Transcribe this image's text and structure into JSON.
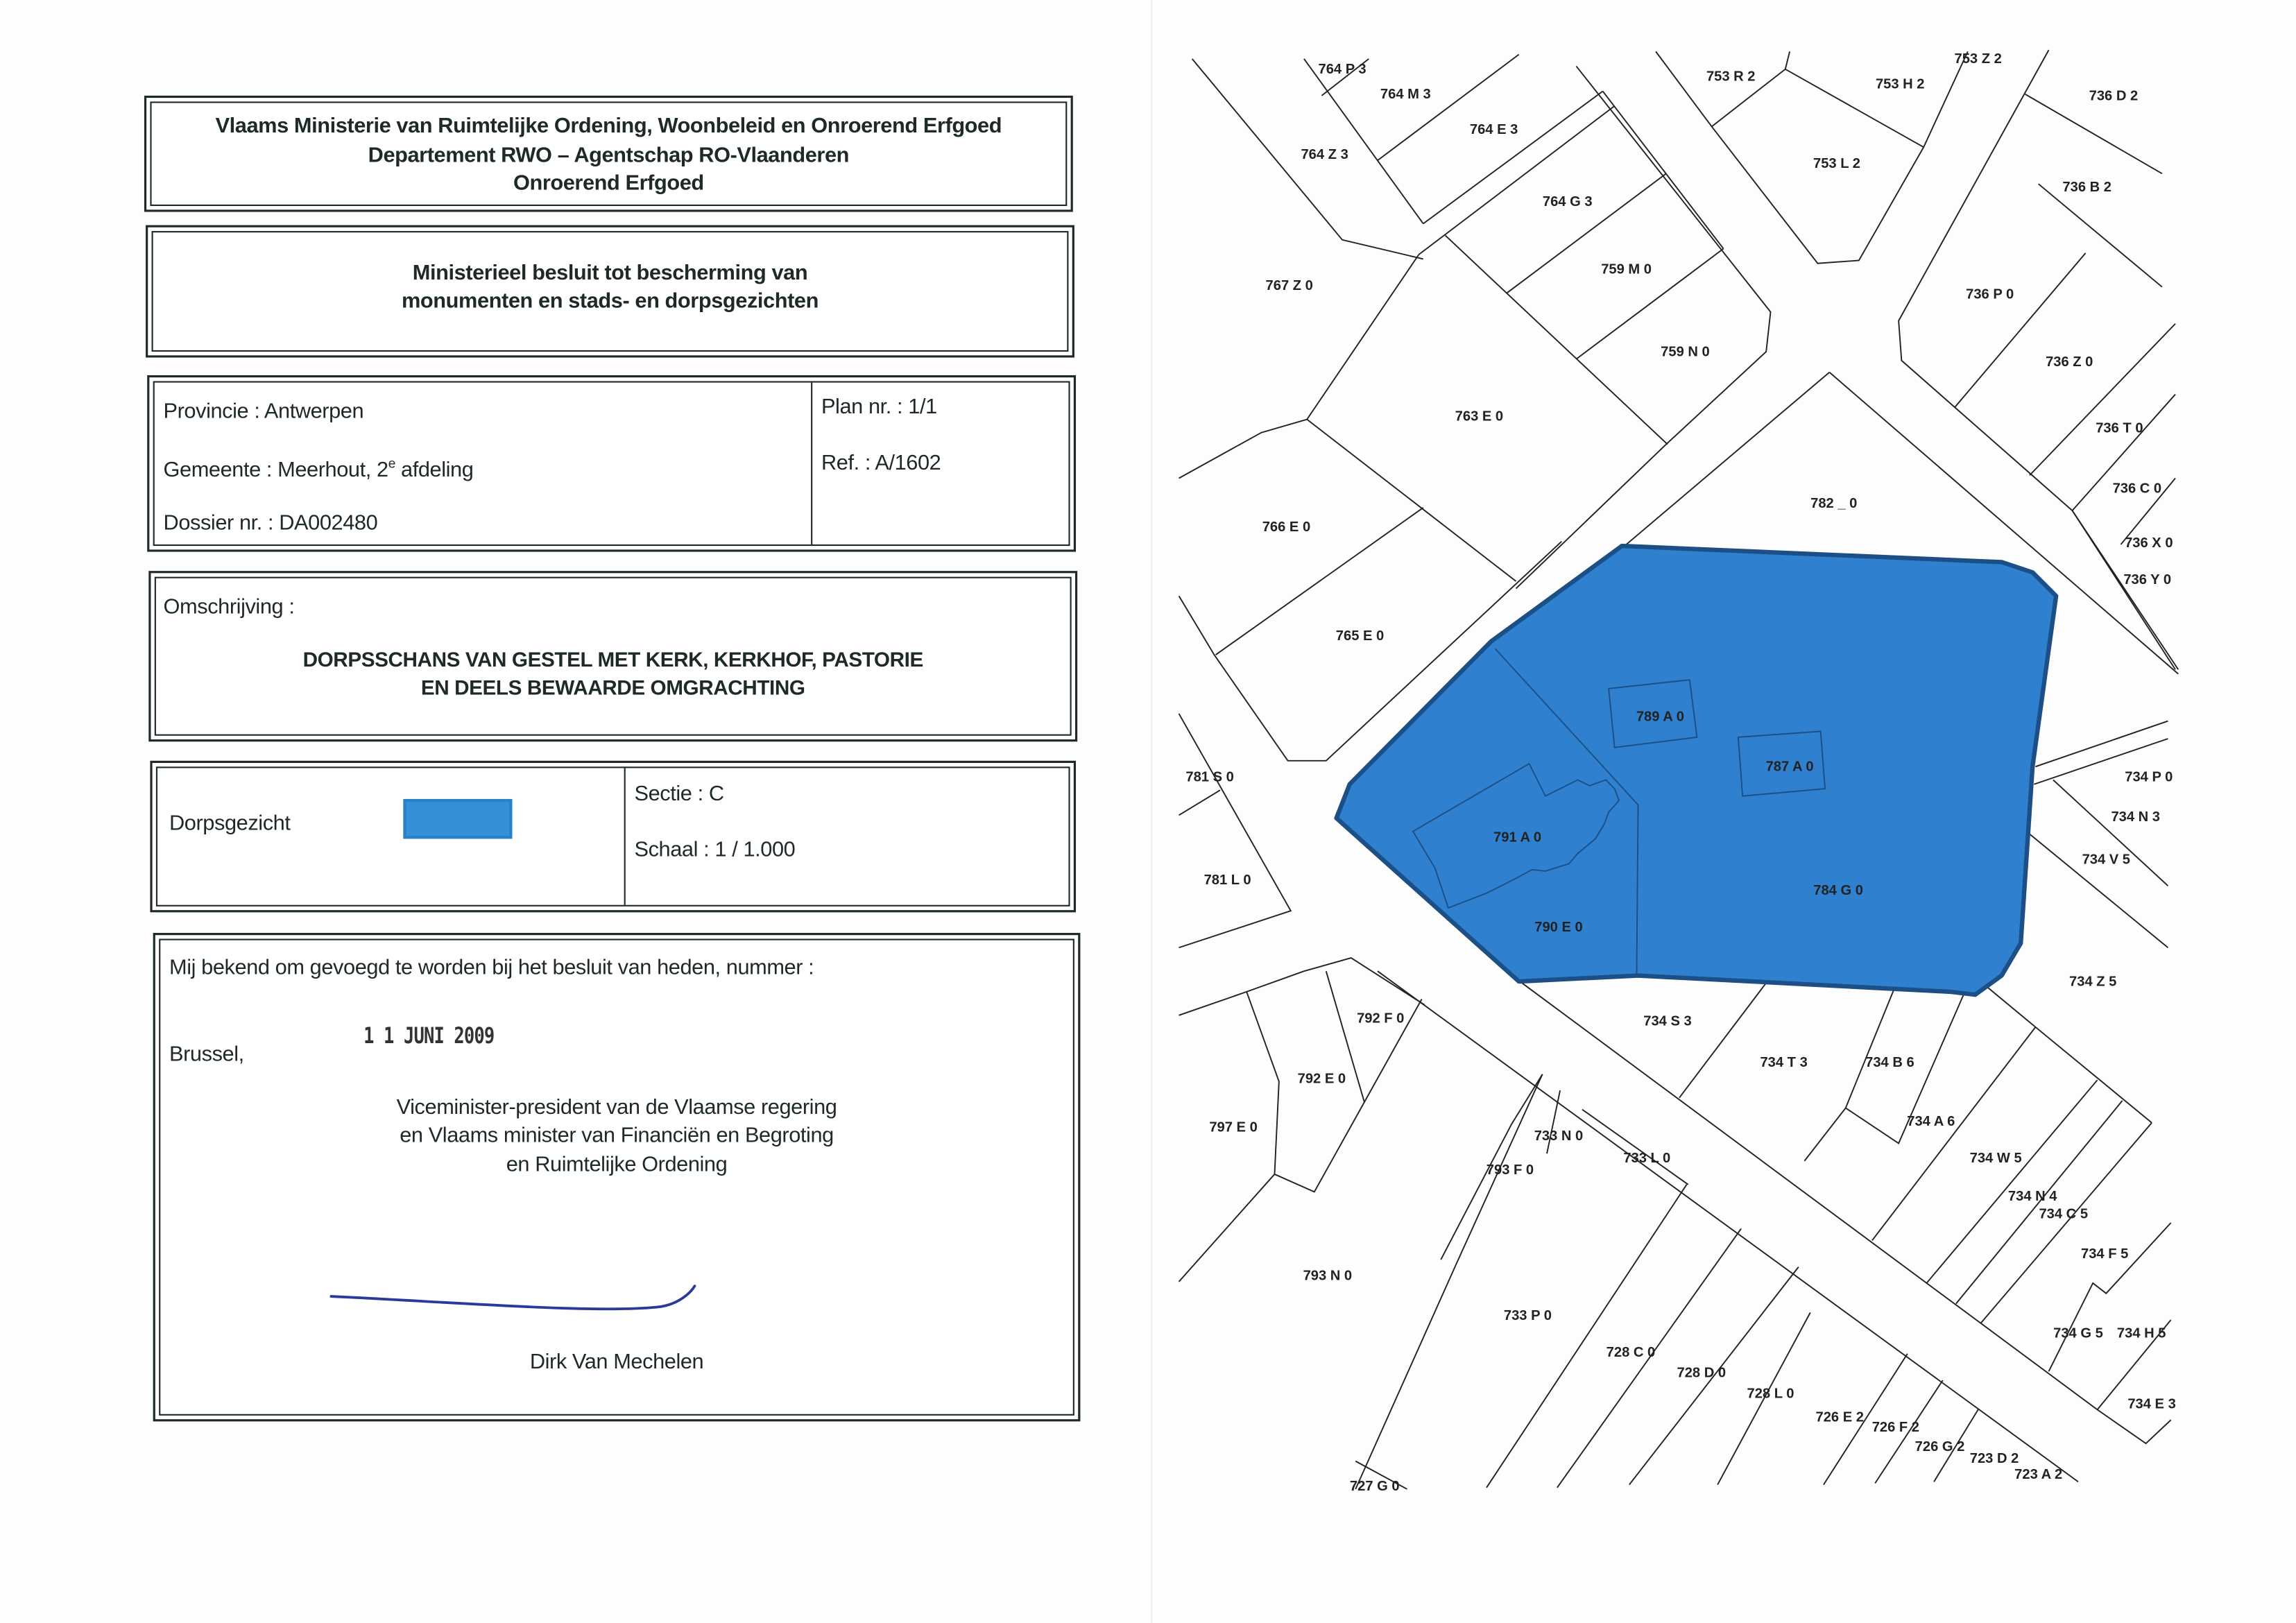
{
  "header": {
    "line1": "Vlaams Ministerie van Ruimtelijke Ordening, Woonbeleid en Onroerend Erfgoed",
    "line2": "Departement RWO – Agentschap RO-Vlaanderen",
    "line3": "Onroerend Erfgoed"
  },
  "title": {
    "line1": "Ministerieel besluit tot bescherming van",
    "line2": "monumenten en stads- en dorpsgezichten"
  },
  "info": {
    "provincie": "Provincie : Antwerpen",
    "gemeente_prefix": "Gemeente : Meerhout, 2",
    "gemeente_sup": "e",
    "gemeente_suffix": " afdeling",
    "dossier": "Dossier nr. : DA002480",
    "plan": "Plan nr. : 1/1",
    "ref": "Ref. : A/1602"
  },
  "description": {
    "label": "Omschrijving :",
    "line1": "DORPSSCHANS VAN GESTEL MET KERK, KERKHOF, PASTORIE",
    "line2": "EN DEELS BEWAARDE OMGRACHTING"
  },
  "legend": {
    "label": "Dorpsgezicht",
    "color": "#3590d6",
    "sectie": "Sectie : C",
    "schaal": "Schaal : 1 / 1.000"
  },
  "approval": {
    "intro": "Mij bekend om gevoegd te worden bij het besluit van heden, nummer :",
    "place": "Brussel,",
    "date_stamp": "1 1  JUNI 2009",
    "role1": "Viceminister-president van de Vlaamse regering",
    "role2": "en Vlaams minister van Financiën en Begroting",
    "role3": "en Ruimtelijke Ordening",
    "signatory": "Dirk Van Mechelen"
  },
  "map": {
    "protected_fill": "#2f80cf",
    "protected_outline": "#1b4f86",
    "parcels": [
      "764 P 3",
      "764 M 3",
      "764 Z 3",
      "764 E 3",
      "764 G 3",
      "759 M 0",
      "759 N 0",
      "767 Z 0",
      "763 E 0",
      "766 E 0",
      "765 E 0",
      "782 _ 0",
      "753 R 2",
      "753 H 2",
      "753 Z 2",
      "753 L 2",
      "736 D 2",
      "736 B 2",
      "736 P 0",
      "736 Z 0",
      "736 T 0",
      "736 C 0",
      "736 X 0",
      "736 Y 0",
      "789 A 0",
      "787 A 0",
      "791 A 0",
      "790 E 0",
      "784 G 0",
      "781 S 0",
      "781 L 0",
      "734 P 0",
      "734 N 3",
      "734 V 5",
      "734 Z 5",
      "792 F 0",
      "792 E 0",
      "797 E 0",
      "734 S 3",
      "734 T 3",
      "734 B 6",
      "734 A 6",
      "734 W 5",
      "733 N 0",
      "733 L 0",
      "793 F 0",
      "734 N 4",
      "734 C 5",
      "734 F 5",
      "793 N 0",
      "733 P 0",
      "728 C 0",
      "728 D 0",
      "728 L 0",
      "726 E 2",
      "726 F 2",
      "726 G 2",
      "723 D 2",
      "723 A 2",
      "734 G 5",
      "734 H 5",
      "734 E 3",
      "727 G 0"
    ]
  }
}
